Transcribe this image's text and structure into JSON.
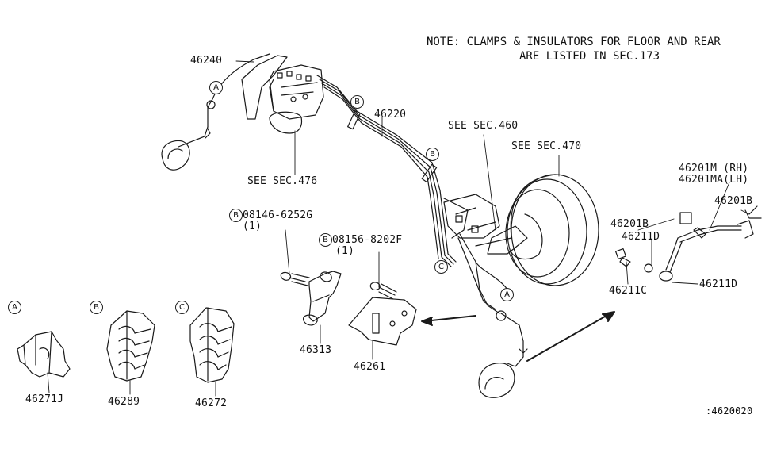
{
  "note": {
    "line1": "NOTE: CLAMPS & INSULATORS FOR FLOOR AND REAR",
    "line2": "ARE LISTED IN SEC.173"
  },
  "refs": {
    "sec476": "SEE SEC.476",
    "sec460": "SEE SEC.460",
    "sec470": "SEE SEC.470"
  },
  "parts": {
    "p46240": "46240",
    "p46220": "46220",
    "p46201m": "46201M (RH)",
    "p46201ma": "46201MA(LH)",
    "p46201b_right": "46201B",
    "p46201b_left": "46201B",
    "p46211d_top": "46211D",
    "p46211d_bottom": "46211D",
    "p46211c": "46211C",
    "p46313": "46313",
    "p46261": "46261",
    "p46271j": "46271J",
    "p46289": "46289",
    "p46272": "46272"
  },
  "bolts": {
    "b1_number": "08146-6252G",
    "b1_qty": "(1)",
    "b2_number": "08156-8202F",
    "b2_qty": "(1)"
  },
  "markers": {
    "a": "A",
    "b": "B",
    "c": "C"
  },
  "diagram_code": ":4620020"
}
